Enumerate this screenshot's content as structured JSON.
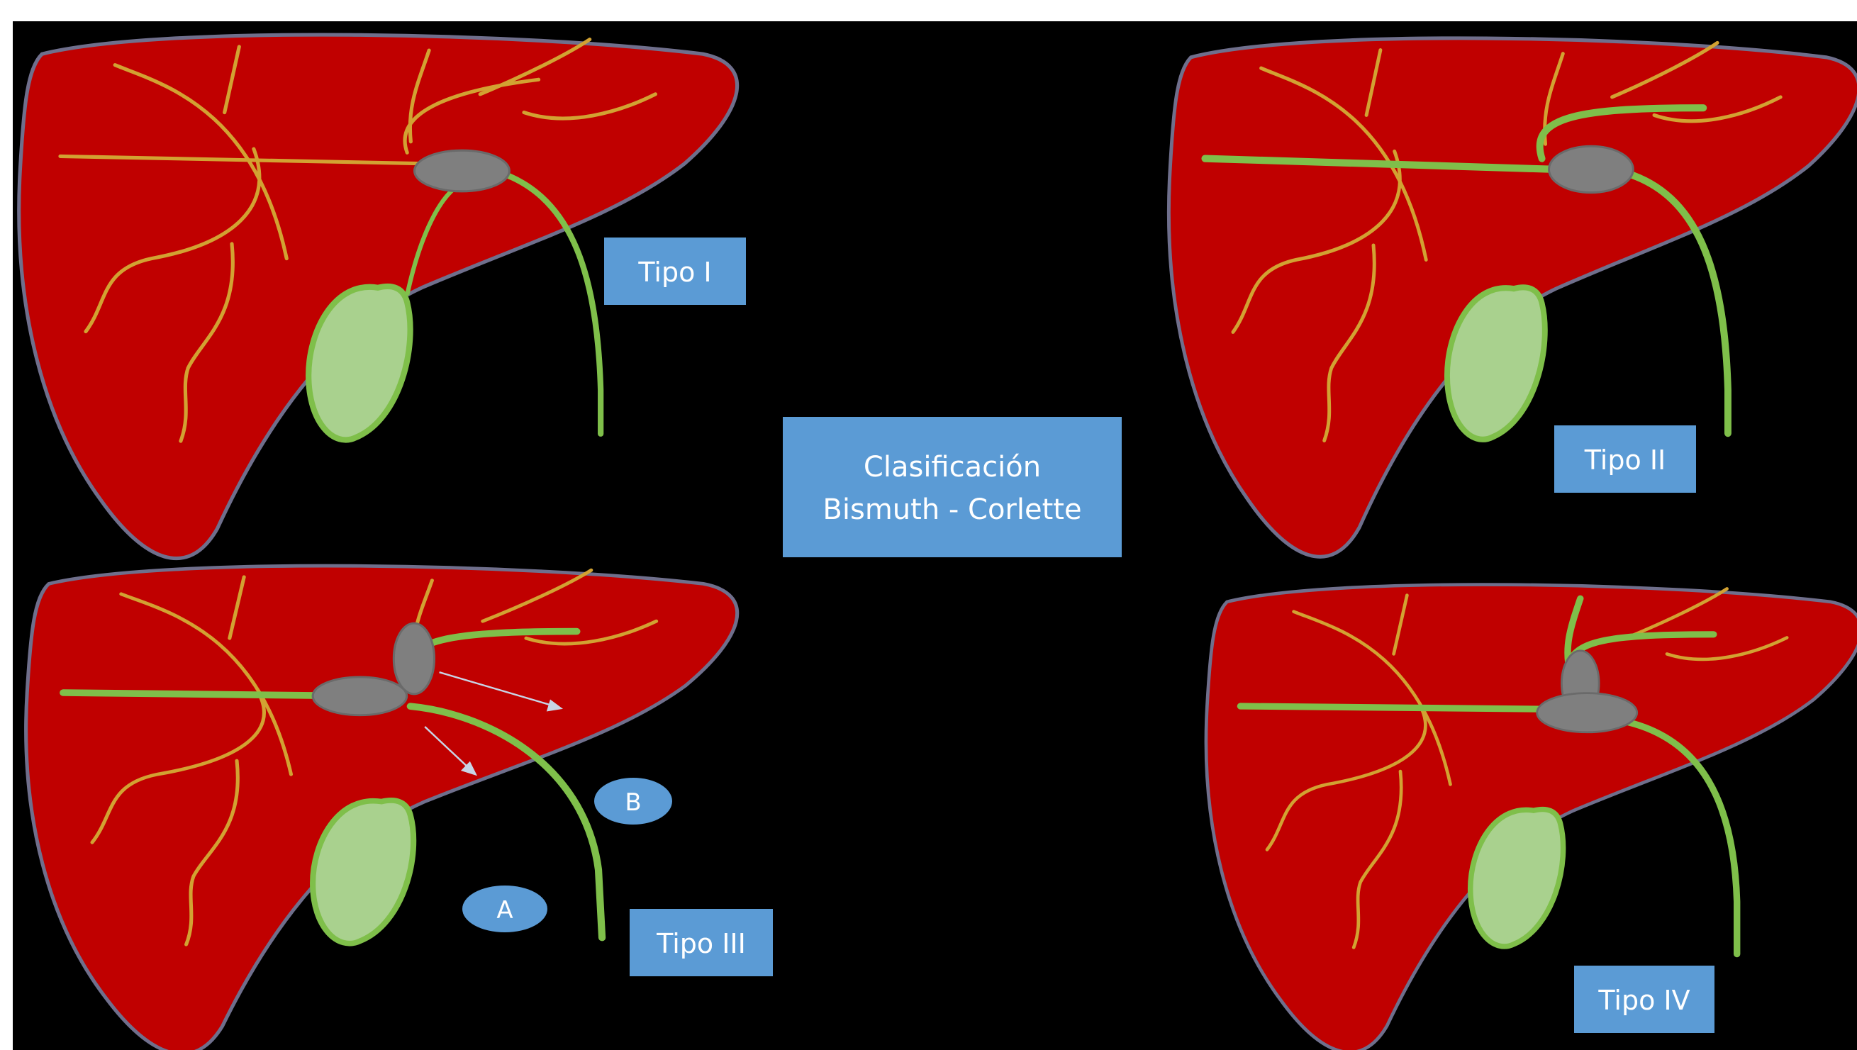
{
  "title": "Clasificación\nBismuth - Corlette",
  "title_lines": [
    "Clasificación",
    "Bismuth - Corlette"
  ],
  "panels": [
    {
      "label": "Tipo I"
    },
    {
      "label": "Tipo II"
    },
    {
      "label": "Tipo III",
      "sub_labels": [
        "A",
        "B"
      ]
    },
    {
      "label": "Tipo IV"
    }
  ],
  "colors": {
    "background": "#000000",
    "liver": "#c00000",
    "liver_outline": "#6f6f8c",
    "duct_thin": "#d2a232",
    "duct_thick": "#7fbf4a",
    "gallbladder": "#a9d18e",
    "tumor": "#7f7f7f",
    "label_box": "#5b9bd5",
    "label_text": "#ffffff"
  }
}
